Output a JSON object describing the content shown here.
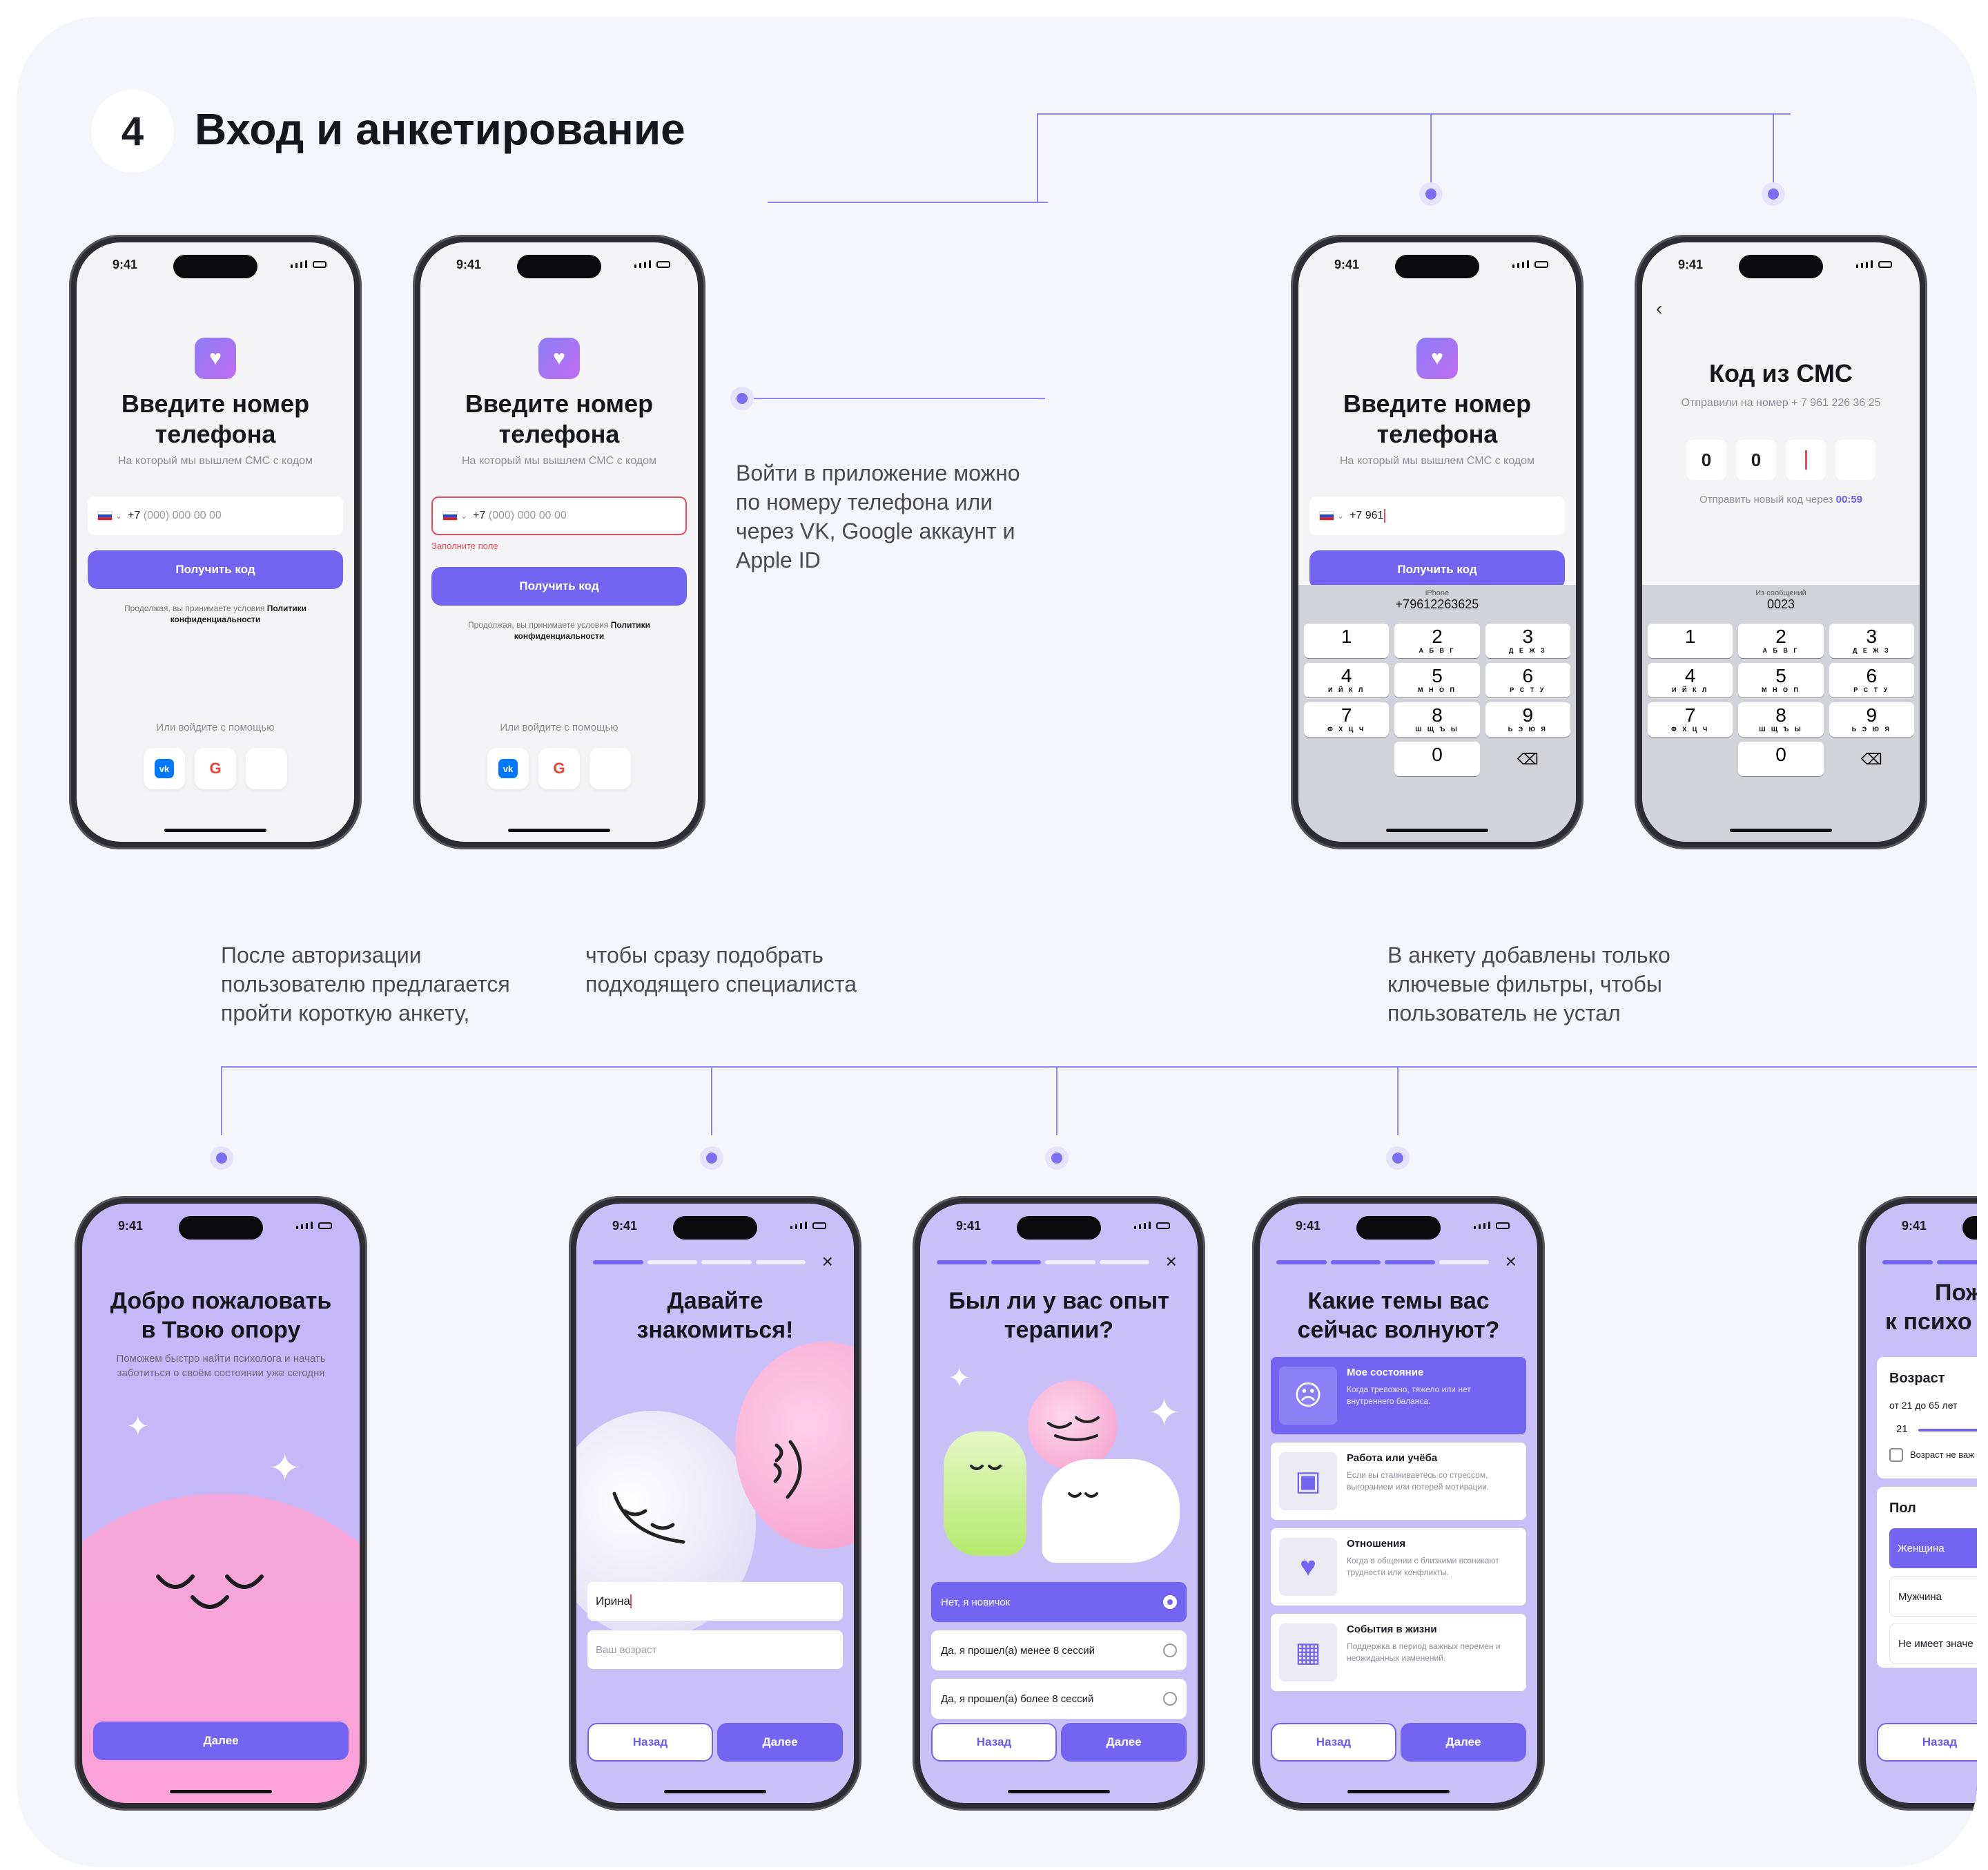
{
  "section": {
    "number": "4",
    "title": "Вход и анкетирование"
  },
  "notes": {
    "login": "Войти в приложение можно по номеру телефона или через VK, Google аккаунт и Apple ID",
    "after_auth": "После авторизации пользователю предлагается пройти короткую анкету,",
    "pick_specialist": "чтобы сразу подобрать подходящего специалиста",
    "filters": "В анкету добавлены только ключевые фильтры, чтобы пользователь не устал"
  },
  "status_time": "9:41",
  "phone_login": {
    "title": "Введите номер телефона",
    "subtitle": "На который мы вышлем СМС с кодом",
    "prefix": "+7",
    "placeholder": "(000) 000 00 00",
    "error": "Заполните поле",
    "button": "Получить код",
    "legal_prefix": "Продолжая, вы принимаете условия",
    "legal_link": "Политики конфиденциальности",
    "or_text": "Или войдите с помощью",
    "typed": "+7 961",
    "autofill_label": "iPhone",
    "autofill_value": "+79612263625"
  },
  "sms": {
    "title": "Код из СМС",
    "sent_to": "Отправили на номер + 7 961 226 36 25",
    "digits": [
      "0",
      "0"
    ],
    "resend": "Отправить новый код через",
    "timer": "00:59",
    "autofill_label": "Из сообщений",
    "autofill_value": "0023"
  },
  "keypad": [
    {
      "d": "1",
      "l": ""
    },
    {
      "d": "2",
      "l": "А Б В Г"
    },
    {
      "d": "3",
      "l": "Д Е Ж З"
    },
    {
      "d": "4",
      "l": "И Й К Л"
    },
    {
      "d": "5",
      "l": "М Н О П"
    },
    {
      "d": "6",
      "l": "Р С Т У"
    },
    {
      "d": "7",
      "l": "Ф Х Ц Ч"
    },
    {
      "d": "8",
      "l": "Ш Щ Ъ Ы"
    },
    {
      "d": "9",
      "l": "Ь Э Ю Я"
    },
    {
      "d": "",
      "l": ""
    },
    {
      "d": "0",
      "l": ""
    },
    {
      "d": "⌫",
      "l": ""
    }
  ],
  "welcome": {
    "title": "Добро пожаловать в Твою опору",
    "subtitle": "Поможем быстро найти психолога и начать заботиться о своём состоянии уже сегодня",
    "button": "Далее"
  },
  "intro": {
    "title": "Давайте знакомиться!",
    "name_value": "Ирина",
    "age_placeholder": "Ваш возраст",
    "back": "Назад",
    "next": "Далее"
  },
  "therapy": {
    "title": "Был ли у вас опыт терапии?",
    "options": [
      "Нет, я новичок",
      "Да, я прошел(а) менее 8 сессий",
      "Да, я прошел(а) более 8 сессий"
    ],
    "back": "Назад",
    "next": "Далее"
  },
  "topics": {
    "title": "Какие темы вас сейчас волнуют?",
    "items": [
      {
        "title": "Мое состояние",
        "desc": "Когда тревожно, тяжело или нет внутреннего баланса."
      },
      {
        "title": "Работа или учёба",
        "desc": "Если вы сталкиваетесь со стрессом, выгоранием или потерей мотивации."
      },
      {
        "title": "Отношения",
        "desc": "Когда в общении с близкими возникают трудности или конфликты."
      },
      {
        "title": "События в жизни",
        "desc": "Поддержка в период важных перемен и неожиданных изменений."
      }
    ],
    "back": "Назад",
    "next": "Далее"
  },
  "preferences": {
    "title_line1": "Пож",
    "title_line2": "к психо",
    "age_label": "Возраст",
    "age_range": "от 21 до 65 лет",
    "age_min": "21",
    "age_checkbox": "Возраст не важ",
    "gender_label": "Пол",
    "gender_options": [
      "Женщина",
      "Мужчина",
      "Не имеет значе"
    ],
    "back": "Назад"
  }
}
